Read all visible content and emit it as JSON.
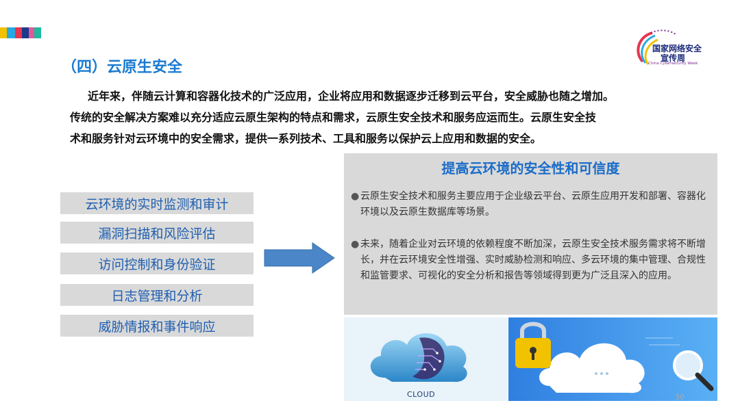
{
  "logo": {
    "line1": "国家网络安全",
    "line2": "宣传周",
    "line3": "China Cybersecurity Week"
  },
  "section_title": "（四）云原生安全",
  "intro": {
    "line1": "近年来，伴随云计算和容器化技术的广泛应用，企业将应用和数据逐步迁移到云平台，安全威胁也随之增加。",
    "line2": "传统的安全解决方案难以充分适应云原生架构的特点和需求，云原生安全技术和服务应运而生。云原生安全技",
    "line3": "术和服务针对云环境中的安全需求，提供一系列技术、工具和服务以保护云上应用和数据的安全。"
  },
  "left_items": [
    "云环境的实时监测和审计",
    "漏洞扫描和风险评估",
    "访问控制和身份验证",
    "日志管理和分析",
    "威胁情报和事件响应"
  ],
  "panel": {
    "title": "提高云环境的安全性和可信度",
    "bullet_icon": "●",
    "bullets": [
      "云原生安全技术和服务主要应用于企业级云平台、云原生应用开发和部署、容器化环境以及云原生数据库等场景。",
      "未来，随着企业对云环境的依赖程度不断加深，云原生安全技术服务需求将不断增长，并在云环境安全性增强、实时威胁检测和响应、多云环境的集中管理、合规性和监管要求、可视化的安全分析和报告等领域得到更为广泛且深入的应用。"
    ]
  },
  "cloud_label": "CLOUD",
  "page_number": "30",
  "colors": {
    "title_blue": "#1a7ad0",
    "item_text": "#1f5fb0",
    "item_bg": "#d9d9d9",
    "arrow_fill": "#4a86c8"
  }
}
